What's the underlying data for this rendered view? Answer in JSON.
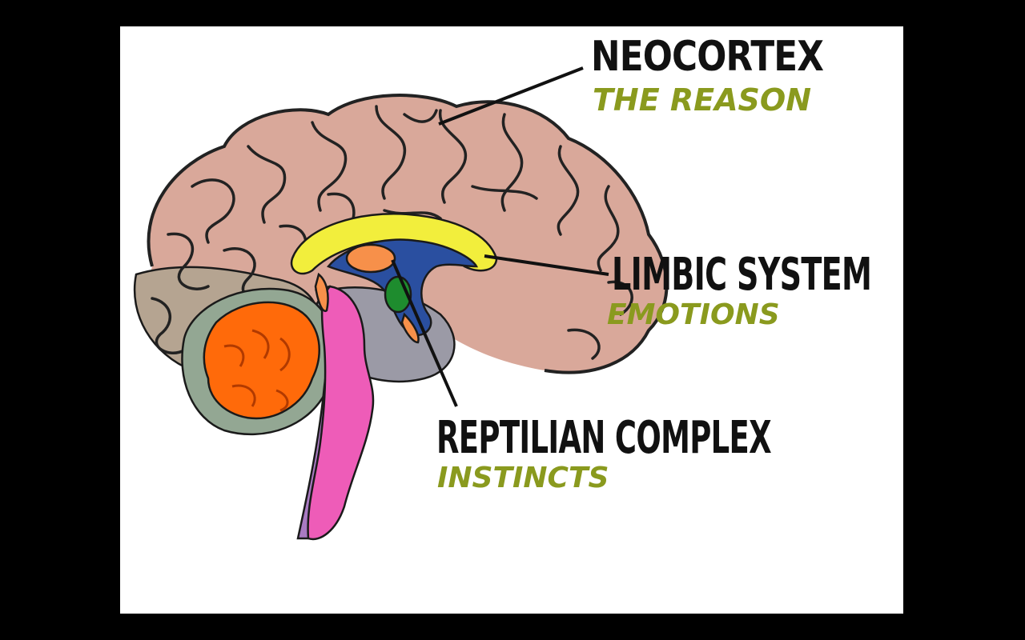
{
  "colors": {
    "background": "#000000",
    "canvas": "#ffffff",
    "title_text": "#111111",
    "subtitle_text": "#8a9a1e",
    "neocortex": "#d9a89a",
    "neocortex_lower": "#b5a491",
    "limbic_outer": "#f2ee3c",
    "limbic_inner": "#2a4fa0",
    "thalamus": "#f7904a",
    "amygdala": "#1e8c2e",
    "cerebellum": "#ff6a0a",
    "brainstem": "#ee5cb8",
    "brainstem_shadow": "#a97ac2",
    "midbrain_grey": "#9b9aa6"
  },
  "labels": {
    "neocortex": {
      "title": "NEOCORTEX",
      "subtitle": "THE REASON"
    },
    "limbic": {
      "title": "LIMBIC SYSTEM",
      "subtitle": "EMOTIONS"
    },
    "reptilian": {
      "title": "REPTILIAN COMPLEX",
      "subtitle": "INSTINCTS"
    }
  }
}
